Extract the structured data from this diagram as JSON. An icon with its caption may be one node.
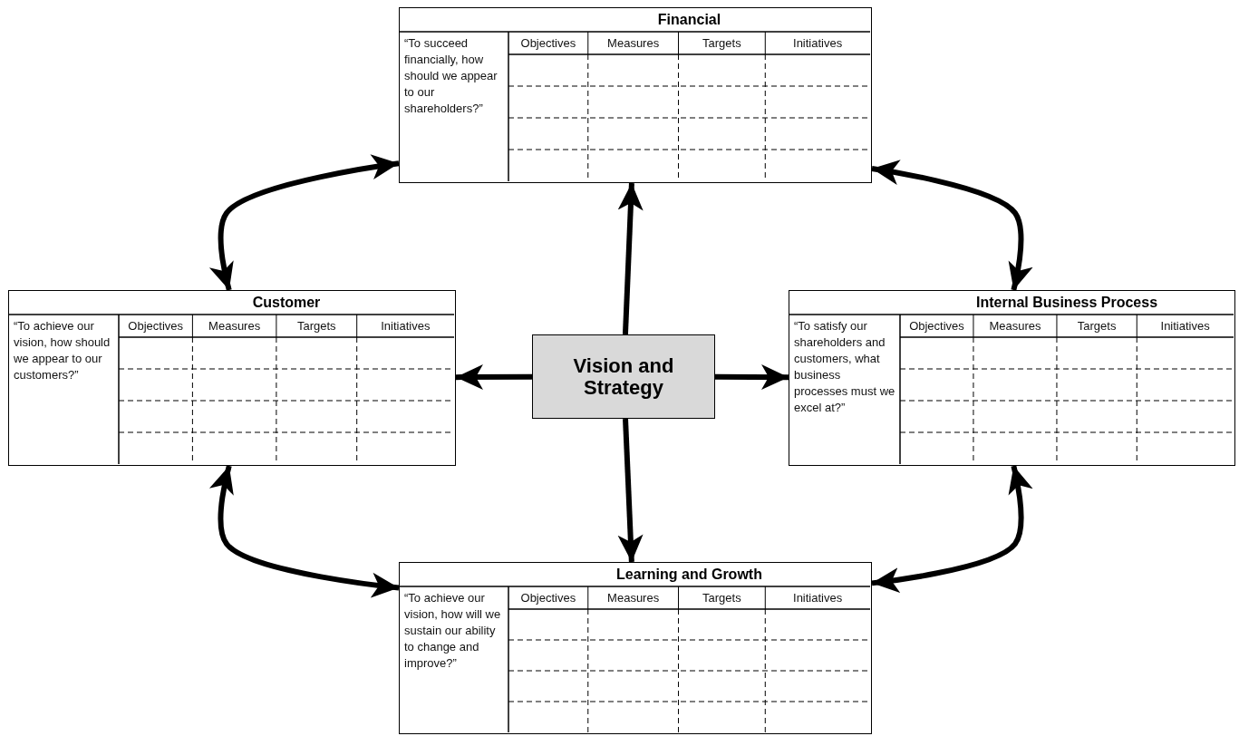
{
  "diagram": {
    "nodes": [
      {
        "text": [
          "Financial",
          "“To succeed financially, how should we appear to our shareholders?”",
          "Objectives",
          "Measures",
          "Targets",
          "Initiatives"
        ]
      },
      {
        "text": [
          "Customer",
          "“To achieve our vision, how should we appear to our customers?”",
          "Objectives",
          "Measures",
          "Targets",
          "Initiatives"
        ]
      },
      {
        "text": [
          "Vision and Strategy"
        ]
      },
      {
        "text": [
          "Internal Business Process",
          "“To satisfy our shareholders and customers, what business processes must we excel at?”",
          "Objectives",
          "Measures",
          "Targets",
          "Initiatives"
        ]
      },
      {
        "text": [
          "Learning and Growth",
          "“To achieve our vision, how will we sustain our ability to change and improve?”",
          "Objectives",
          "Measures",
          "Targets",
          "Initiatives"
        ]
      }
    ],
    "edges": [
      {
        "from": 0,
        "to": 1,
        "arrow": "both"
      },
      {
        "from": 0,
        "to": 3,
        "arrow": "both"
      },
      {
        "from": 1,
        "to": 4,
        "arrow": "both"
      },
      {
        "from": 3,
        "to": 4,
        "arrow": "both"
      },
      {
        "from": 2,
        "to": 0,
        "arrow": "to"
      },
      {
        "from": 2,
        "to": 1,
        "arrow": "to"
      },
      {
        "from": 2,
        "to": 3,
        "arrow": "to"
      },
      {
        "from": 2,
        "to": 4,
        "arrow": "to"
      }
    ]
  }
}
